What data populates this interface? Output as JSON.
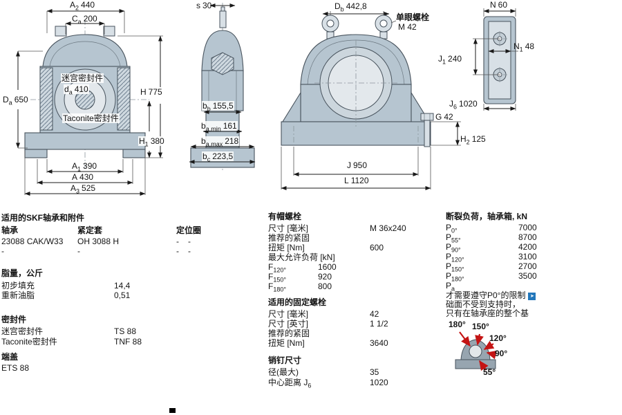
{
  "colors": {
    "body_fill": "#b6c5d0",
    "body_fill_light": "#d8e0e6",
    "outline": "#47525c",
    "dim_line": "#1a1a1a",
    "link_icon_blue": "#2277bb",
    "arrow_red": "#c41414"
  },
  "icons": {
    "link_arrow": "➤"
  },
  "dims": {
    "a2": {
      "t": "A",
      "s": "2",
      "v": "440"
    },
    "ca": {
      "t": "C",
      "s": "a",
      "v": "200"
    },
    "da": {
      "t": "d",
      "s": "a",
      "v": "410"
    },
    "Da": {
      "t": "D",
      "s": "a",
      "v": "650"
    },
    "h": {
      "t": "H",
      "s": "",
      "v": "775"
    },
    "h1": {
      "t": "H",
      "s": "1",
      "v": "380"
    },
    "a1": {
      "t": "A",
      "s": "1",
      "v": "390"
    },
    "a": {
      "t": "A",
      "s": "",
      "v": "430"
    },
    "a3": {
      "t": "A",
      "s": "3",
      "v": "525"
    },
    "sdim": {
      "t": "s",
      "s": "",
      "v": "30"
    },
    "bb": {
      "t": "b",
      "s": "b",
      "v": "155,5"
    },
    "bamin": {
      "t": "b",
      "s": "a,min",
      "v": "161"
    },
    "bamax": {
      "t": "b",
      "s": "a,max",
      "v": "218"
    },
    "bc": {
      "t": "b",
      "s": "c",
      "v": "223,5"
    },
    "Db": {
      "t": "D",
      "s": "b",
      "v": "442,8"
    },
    "j1": {
      "t": "J",
      "s": "1",
      "v": "240"
    },
    "g": {
      "t": "G",
      "s": "",
      "v": "42"
    },
    "h2": {
      "t": "H",
      "s": "2",
      "v": "125"
    },
    "j": {
      "t": "J",
      "s": "",
      "v": "950"
    },
    "l": {
      "t": "L",
      "s": "",
      "v": "1120"
    },
    "n": {
      "t": "N",
      "s": "",
      "v": "60"
    },
    "n1": {
      "t": "N",
      "s": "1",
      "v": "48"
    },
    "j6": {
      "t": "J",
      "s": "6",
      "v": "1020"
    }
  },
  "annotations": {
    "labyrinth": "迷宫密封件",
    "taconite": "Taconite密封件",
    "eyebolt_title": "单眼螺栓",
    "eyebolt_size": "M 42"
  },
  "tables": {
    "bearing": {
      "title": "适用的SKF轴承和附件",
      "col1": "轴承",
      "col2": "紧定套",
      "col3": "定位圈",
      "rows": [
        {
          "c1": "23088 CAK/W33",
          "c2": "OH 3088 H",
          "c3": "-",
          "c4": "-"
        },
        {
          "c1": "-",
          "c2": "-",
          "c3": "-",
          "c4": "-"
        }
      ]
    },
    "grease": {
      "title": "脂量，公斤",
      "rows": [
        {
          "l": "初步填充",
          "v": "14,4"
        },
        {
          "l": "重新油脂",
          "v": "0,51"
        }
      ]
    },
    "seals": {
      "title": "密封件",
      "rows": [
        {
          "l": "迷宫密封件",
          "v": "TS 88"
        },
        {
          "l": "Taconite密封件",
          "v": "TNF 88"
        }
      ]
    },
    "end_cover": {
      "title": "端盖",
      "value": "ETS 88"
    },
    "cap_bolts": {
      "title": "有帽螺栓",
      "rows": [
        {
          "l": "尺寸 [毫米]",
          "s": "",
          "v": "M 36x240"
        },
        {
          "l": "推荐的紧固",
          "s": "",
          "v": ""
        },
        {
          "l": "扭矩 [Nm]",
          "s": "",
          "v": "600"
        },
        {
          "l": "最大允许负荷 [kN]",
          "s": "",
          "v": ""
        },
        {
          "l": "F",
          "s": "120°",
          "v": "1600"
        },
        {
          "l": "F",
          "s": "150°",
          "v": "920"
        },
        {
          "l": "F",
          "s": "180°",
          "v": "800"
        }
      ]
    },
    "attachment_bolts": {
      "title": "适用的固定螺栓",
      "rows": [
        {
          "l": "尺寸 [毫米]",
          "s": "",
          "v": "42"
        },
        {
          "l": "尺寸 [英寸]",
          "s": "",
          "v": "1 1/2"
        },
        {
          "l": "推荐的紧固",
          "s": "",
          "v": ""
        },
        {
          "l": "扭矩 [Nm]",
          "s": "",
          "v": "3640"
        }
      ]
    },
    "pins": {
      "title": "销钉尺寸",
      "rows": [
        {
          "l": "径(最大)",
          "s": "",
          "v": "35"
        },
        {
          "l": "中心距离 J",
          "s": "6",
          "v": "1020"
        }
      ]
    },
    "breaking_loads": {
      "title": "断裂负荷，轴承箱, kN",
      "rows": [
        {
          "l": "P",
          "s": "0°",
          "v": "7000"
        },
        {
          "l": "P",
          "s": "55°",
          "v": "8700"
        },
        {
          "l": "P",
          "s": "90°",
          "v": "4200"
        },
        {
          "l": "P",
          "s": "120°",
          "v": "3100"
        },
        {
          "l": "P",
          "s": "150°",
          "v": "2700"
        },
        {
          "l": "P",
          "s": "180°",
          "v": "3500"
        },
        {
          "l": "P",
          "s": "a",
          "v": ""
        }
      ],
      "note_lines": [
        "才需要遵守P0°的限制",
        "础面不受到支持时，",
        "只有在轴承座的整个基"
      ]
    },
    "load_diagram": {
      "angles": [
        "180°",
        "150°",
        "120°",
        "90°",
        "55°"
      ]
    }
  }
}
